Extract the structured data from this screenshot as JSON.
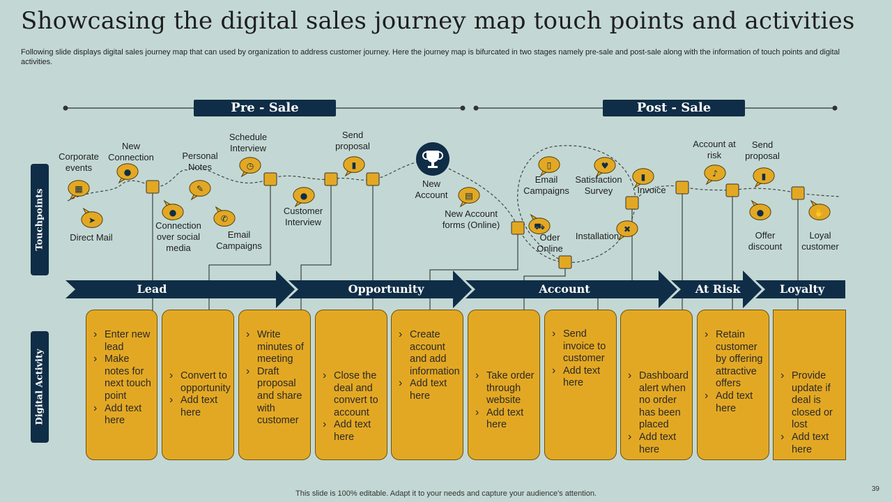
{
  "title": "Showcasing the digital sales journey map touch points and activities",
  "subtitle": "Following slide displays digital sales journey map that can used by organization to address customer journey. Here the journey map is bifurcated in two stages namely pre-sale and post-sale along with the information of touch points and digital activities.",
  "stages": {
    "pre": "Pre - Sale",
    "post": "Post - Sale"
  },
  "side_tabs": {
    "touchpoints": "Touchpoints",
    "digital_activity": "Digital Activity"
  },
  "touchpoints": [
    {
      "label": "Corporate events",
      "icon": "calendar-icon"
    },
    {
      "label": "Direct Mail",
      "icon": "send-icon"
    },
    {
      "label": "New Connection",
      "icon": "user-icon"
    },
    {
      "label": "Connection over social media",
      "icon": "chat-icon"
    },
    {
      "label": "Personal Notes",
      "icon": "pencil-icon"
    },
    {
      "label": "Email Campaigns",
      "icon": "phone-icon"
    },
    {
      "label": "Schedule Interview",
      "icon": "clock-icon"
    },
    {
      "label": "Customer Interview",
      "icon": "interview-icon"
    },
    {
      "label": "Send proposal",
      "icon": "document-icon"
    },
    {
      "label": "New Account",
      "icon": "trophy-icon"
    },
    {
      "label": "New Account forms (Online)",
      "icon": "form-icon"
    },
    {
      "label": "Email Campaigns",
      "icon": "mobile-icon"
    },
    {
      "label": "Satisfaction Survey",
      "icon": "heart-icon"
    },
    {
      "label": "Invoice",
      "icon": "invoice-icon"
    },
    {
      "label": "Oder Online",
      "icon": "cart-icon"
    },
    {
      "label": "Installation",
      "icon": "tools-icon"
    },
    {
      "label": "Account at risk",
      "icon": "bell-icon"
    },
    {
      "label": "Send proposal",
      "icon": "document-icon"
    },
    {
      "label": "Offer discount",
      "icon": "discount-icon"
    },
    {
      "label": "Loyal customer",
      "icon": "handshake-icon"
    }
  ],
  "journey_stages": [
    "Lead",
    "Opportunity",
    "Account",
    "At Risk",
    "Loyalty"
  ],
  "activities": [
    [
      "Enter new lead",
      "Make notes for next touch point",
      "Add text here"
    ],
    [
      "Convert to opportunity",
      "Add text here"
    ],
    [
      "Write minutes of meeting",
      "Draft proposal and share with customer"
    ],
    [
      "Close the deal and convert to account",
      "Add text here"
    ],
    [
      "Create account and add information",
      "Add text here"
    ],
    [
      "Take order through website",
      "Add text here"
    ],
    [
      "Send invoice to customer",
      "Add text here"
    ],
    [
      "Dashboard alert when no order has been placed",
      "Add text here"
    ],
    [
      "Retain customer by offering attractive offers",
      "Add text here"
    ],
    [
      "Provide update if deal is closed or lost",
      "Add text here"
    ]
  ],
  "footer": "This slide is 100% editable. Adapt it to your needs and capture your audience's attention.",
  "page_number": "39",
  "colors": {
    "background": "#c3d8d4",
    "navy": "#0f2d46",
    "gold": "#e3a823"
  }
}
